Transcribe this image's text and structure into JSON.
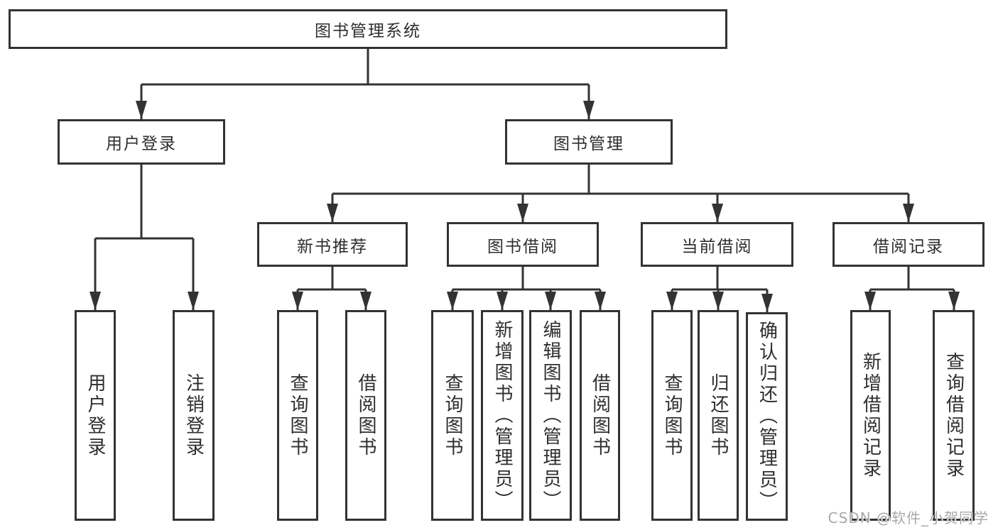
{
  "tree": {
    "root": {
      "label": "图书管理系统"
    },
    "branches": [
      {
        "label": "用户登录",
        "children": [
          {
            "label": "用户登录"
          },
          {
            "label": "注销登录"
          }
        ]
      },
      {
        "label": "图书管理",
        "children": [
          {
            "label": "新书推荐",
            "children": [
              {
                "label": "查询图书"
              },
              {
                "label": "借阅图书"
              }
            ]
          },
          {
            "label": "图书借阅",
            "children": [
              {
                "label": "查询图书"
              },
              {
                "label": "新增图书（管理员）"
              },
              {
                "label": "编辑图书（管理员）"
              },
              {
                "label": "借阅图书"
              }
            ]
          },
          {
            "label": "当前借阅",
            "children": [
              {
                "label": "查询图书"
              },
              {
                "label": "归还图书"
              },
              {
                "label": "确认归还（管理员）"
              }
            ]
          },
          {
            "label": "借阅记录",
            "children": [
              {
                "label": "新增借阅记录"
              },
              {
                "label": "查询借阅记录"
              }
            ]
          }
        ]
      }
    ]
  },
  "watermark": {
    "text": "CSDN @软件_小贺同学"
  },
  "colors": {
    "line": "#333333",
    "box_border": "#333333",
    "text": "#2e2e2e",
    "background": "#ffffff",
    "watermark": "#a8a8a8"
  }
}
